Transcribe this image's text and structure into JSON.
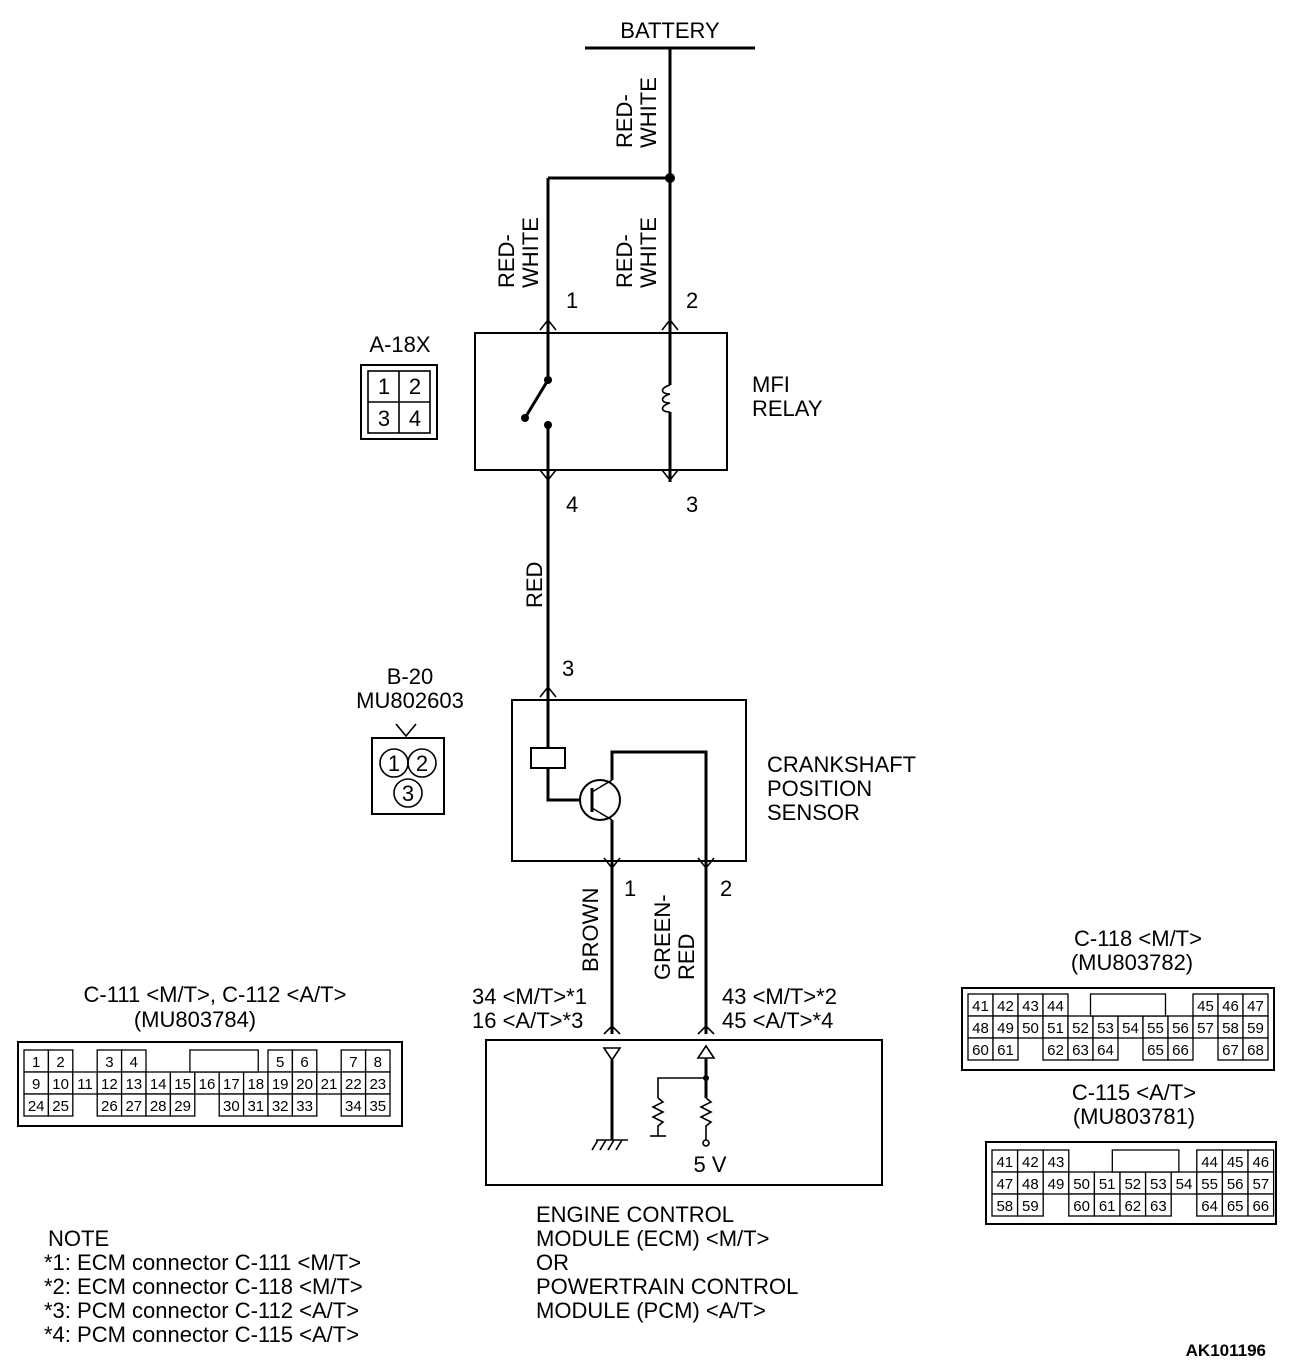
{
  "battery": "BATTERY",
  "wires": {
    "battery_feed": "RED-\nWHITE",
    "relay_pin1": "RED-\nWHITE",
    "relay_pin2": "RED-\nWHITE",
    "relay_to_sensor": "RED",
    "sensor_pin1": "BROWN",
    "sensor_pin2": "GREEN-\nRED"
  },
  "relay": {
    "label": "MFI\nRELAY",
    "connector": "A-18X",
    "pins": [
      "1",
      "2",
      "3",
      "4"
    ],
    "pin_top_left": "1",
    "pin_top_right": "2",
    "pin_bottom_left": "4",
    "pin_bottom_right": "3"
  },
  "sensor": {
    "label": "CRANKSHAFT\nPOSITION\nSENSOR",
    "connector": "B-20",
    "part_no": "MU802603",
    "pins": [
      "1",
      "2",
      "3"
    ],
    "pin_top": "3",
    "pin_bottom_left": "1",
    "pin_bottom_right": "2"
  },
  "ecm": {
    "pin_left": "34 <M/T>*1\n16 <A/T>*3",
    "pin_right": "43 <M/T>*2\n45 <A/T>*4",
    "voltage": "5 V",
    "label": "ENGINE CONTROL\nMODULE (ECM) <M/T>\nOR\nPOWERTRAIN CONTROL\nMODULE (PCM) <A/T>"
  },
  "connectors": {
    "c111": {
      "title": "C-111 <M/T>, C-112 <A/T>",
      "part_no": "(MU803784)",
      "rows": [
        [
          "1",
          "2",
          "",
          "3",
          "4",
          "",
          "",
          "",
          "",
          "",
          "5",
          "6",
          "",
          "7",
          "8"
        ],
        [
          "9",
          "10",
          "11",
          "12",
          "13",
          "14",
          "15",
          "16",
          "17",
          "18",
          "19",
          "20",
          "21",
          "22",
          "23"
        ],
        [
          "24",
          "25",
          "",
          "26",
          "27",
          "28",
          "29",
          "",
          "30",
          "31",
          "32",
          "33",
          "",
          "34",
          "35"
        ]
      ]
    },
    "c118": {
      "title": "C-118 <M/T>",
      "part_no": "(MU803782)",
      "rows": [
        [
          "41",
          "42",
          "43",
          "44",
          "",
          "",
          "",
          "",
          "",
          "45",
          "46",
          "47"
        ],
        [
          "48",
          "49",
          "50",
          "51",
          "52",
          "53",
          "54",
          "55",
          "56",
          "57",
          "58",
          "59"
        ],
        [
          "60",
          "61",
          "",
          "62",
          "63",
          "64",
          "",
          "65",
          "66",
          "",
          "67",
          "68"
        ]
      ]
    },
    "c115": {
      "title": "C-115 <A/T>",
      "part_no": "(MU803781)",
      "rows": [
        [
          "41",
          "42",
          "43",
          "",
          "",
          "",
          "",
          "",
          "44",
          "45",
          "46"
        ],
        [
          "47",
          "48",
          "49",
          "50",
          "51",
          "52",
          "53",
          "54",
          "55",
          "56",
          "57"
        ],
        [
          "58",
          "59",
          "",
          "60",
          "61",
          "62",
          "63",
          "",
          "64",
          "65",
          "66"
        ]
      ]
    }
  },
  "note": {
    "title": "NOTE",
    "lines": [
      "*1: ECM connector C-111 <M/T>",
      "*2: ECM connector C-118 <M/T>",
      "*3: PCM connector C-112 <A/T>",
      "*4: PCM connector C-115 <A/T>"
    ]
  },
  "figure_id": "AK101196"
}
